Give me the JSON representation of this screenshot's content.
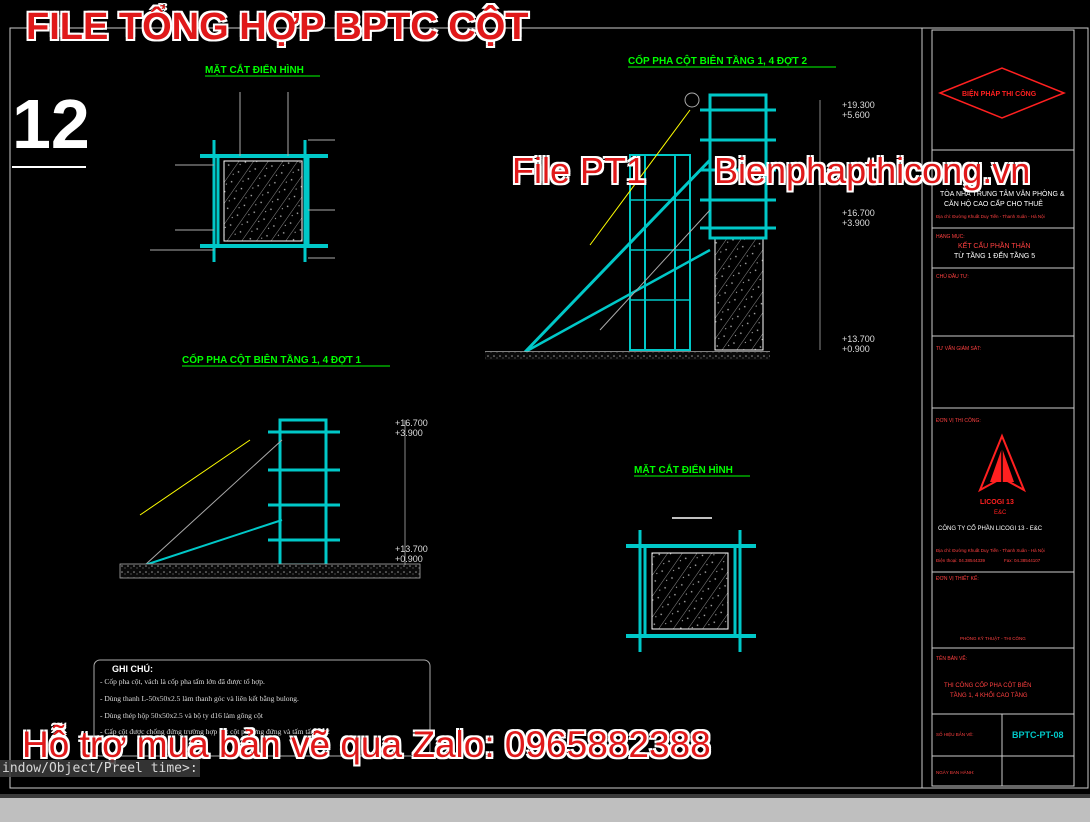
{
  "overlay": {
    "title": "FILE TỔNG HỢP BPTC CỘT",
    "sheet_number": "12",
    "file_tag": "File PT1",
    "website": "Bienphapthicong.vn",
    "contact": "Hỗ trợ mua bản vẽ qua Zalo: 0965882388"
  },
  "command_line": {
    "text": "indow/Object/Preel time>:"
  },
  "drawings": {
    "top_left_title": "MẶT CẮT ĐIỂN HÌNH",
    "top_right_title": "CỐP PHA CỘT BIÊN TẦNG 1, 4 ĐỢT 2",
    "mid_left_title": "CỐP PHA CỘT BIÊN TẦNG 1, 4 ĐỢT 1",
    "mid_right_title": "MẶT CẮT ĐIỂN HÌNH",
    "elev_top": [
      "+19.300",
      "+5.600",
      "+16.700",
      "+3.900",
      "+13.700",
      "+0.900"
    ],
    "elev_mid": [
      "+16.700",
      "+3.900",
      "+13.700",
      "+0.900"
    ]
  },
  "notes": {
    "heading": "GHI CHÚ:",
    "lines": [
      "- Cốp pha cột, vách là cốp pha tấm lớn đã được tổ hợp.",
      "- Dùng thanh L-50x50x2.5 làm thanh góc và liên kết bằng bulong.",
      "- Dùng thép hộp 50x50x2.5 và bộ ty d16 làm gông cột",
      "- Cấp cột được chống đứng trường hợp cốt cột phương đứng và tấm tấm d12"
    ]
  },
  "title_block": {
    "logo_text": "BIỆN PHÁP THI CÔNG",
    "project_lines": [
      "TÒA NHÀ TRUNG TÂM VĂN PHÒNG &",
      "CĂN HỘ CAO CẤP CHO THUÊ"
    ],
    "address": "Địa chỉ: Đường Khuất Duy Tiến - Thanh Xuân - Hà Nội",
    "item_label": "HẠNG MỤC:",
    "item_lines": [
      "KẾT CẤU PHẦN THÂN",
      "TỪ TẦNG 1 ĐẾN TẦNG 5"
    ],
    "owner_label": "CHỦ ĐẦU TƯ:",
    "supervisor_label": "TƯ VẤN GIÁM SÁT:",
    "contractor_label": "ĐƠN VỊ THI CÔNG:",
    "company_logo": "LICOGI 13",
    "company_sub": "E&C",
    "company_name": "CÔNG TY CỔ PHẦN LICOGI 13 - E&C",
    "company_address": "Địa chỉ: Đường Khuất Duy Tiến - Thanh Xuân - Hà Nội",
    "phone": "Điện thoại: 04.38544339",
    "fax": "Fax: 04.38544107",
    "designer_label": "ĐƠN VỊ THIẾT KẾ:",
    "designer_role": "PHÒNG KỸ THUẬT - THI CÔNG",
    "drawing_label": "TÊN BẢN VẼ:",
    "drawing_lines": [
      "THI CÔNG CỐP PHA CỘT BIÊN",
      "TẦNG 1, 4 KHỐI CAO TẦNG"
    ],
    "sheet_no_label": "SỐ HIỆU BẢN VẼ:",
    "sheet_code": "BPTC-PT-08",
    "date_label": "NGÀY BAN HÀNH:"
  },
  "colors": {
    "frame": "#ffffff",
    "formwork": "#00c8c8",
    "green_title": "#00ff00",
    "yellow": "#ffff00",
    "red": "#ff2020",
    "overlay_red": "#e0191a"
  }
}
